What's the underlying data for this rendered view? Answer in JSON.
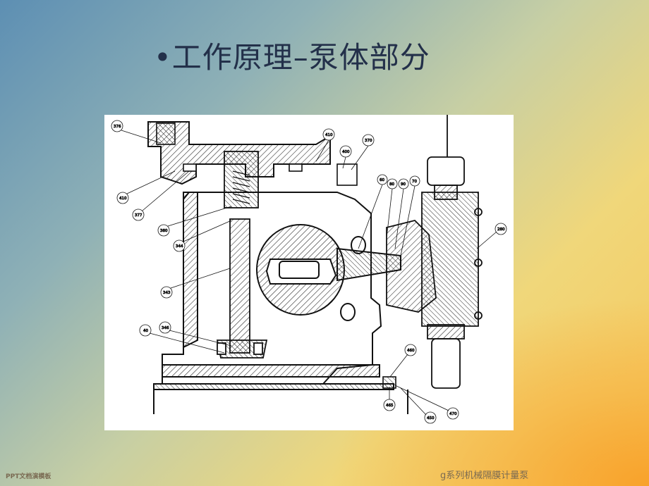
{
  "slide": {
    "title": "•工作原理–泵体部分",
    "footer_left": "PPT文档演模板",
    "footer_right": "g系列机械隔膜计量泵"
  },
  "figure": {
    "callouts": [
      "376",
      "410",
      "400",
      "370",
      "60",
      "80",
      "90",
      "70",
      "280",
      "410",
      "377",
      "380",
      "344",
      "343",
      "40",
      "346",
      "460",
      "465",
      "450",
      "470"
    ]
  }
}
